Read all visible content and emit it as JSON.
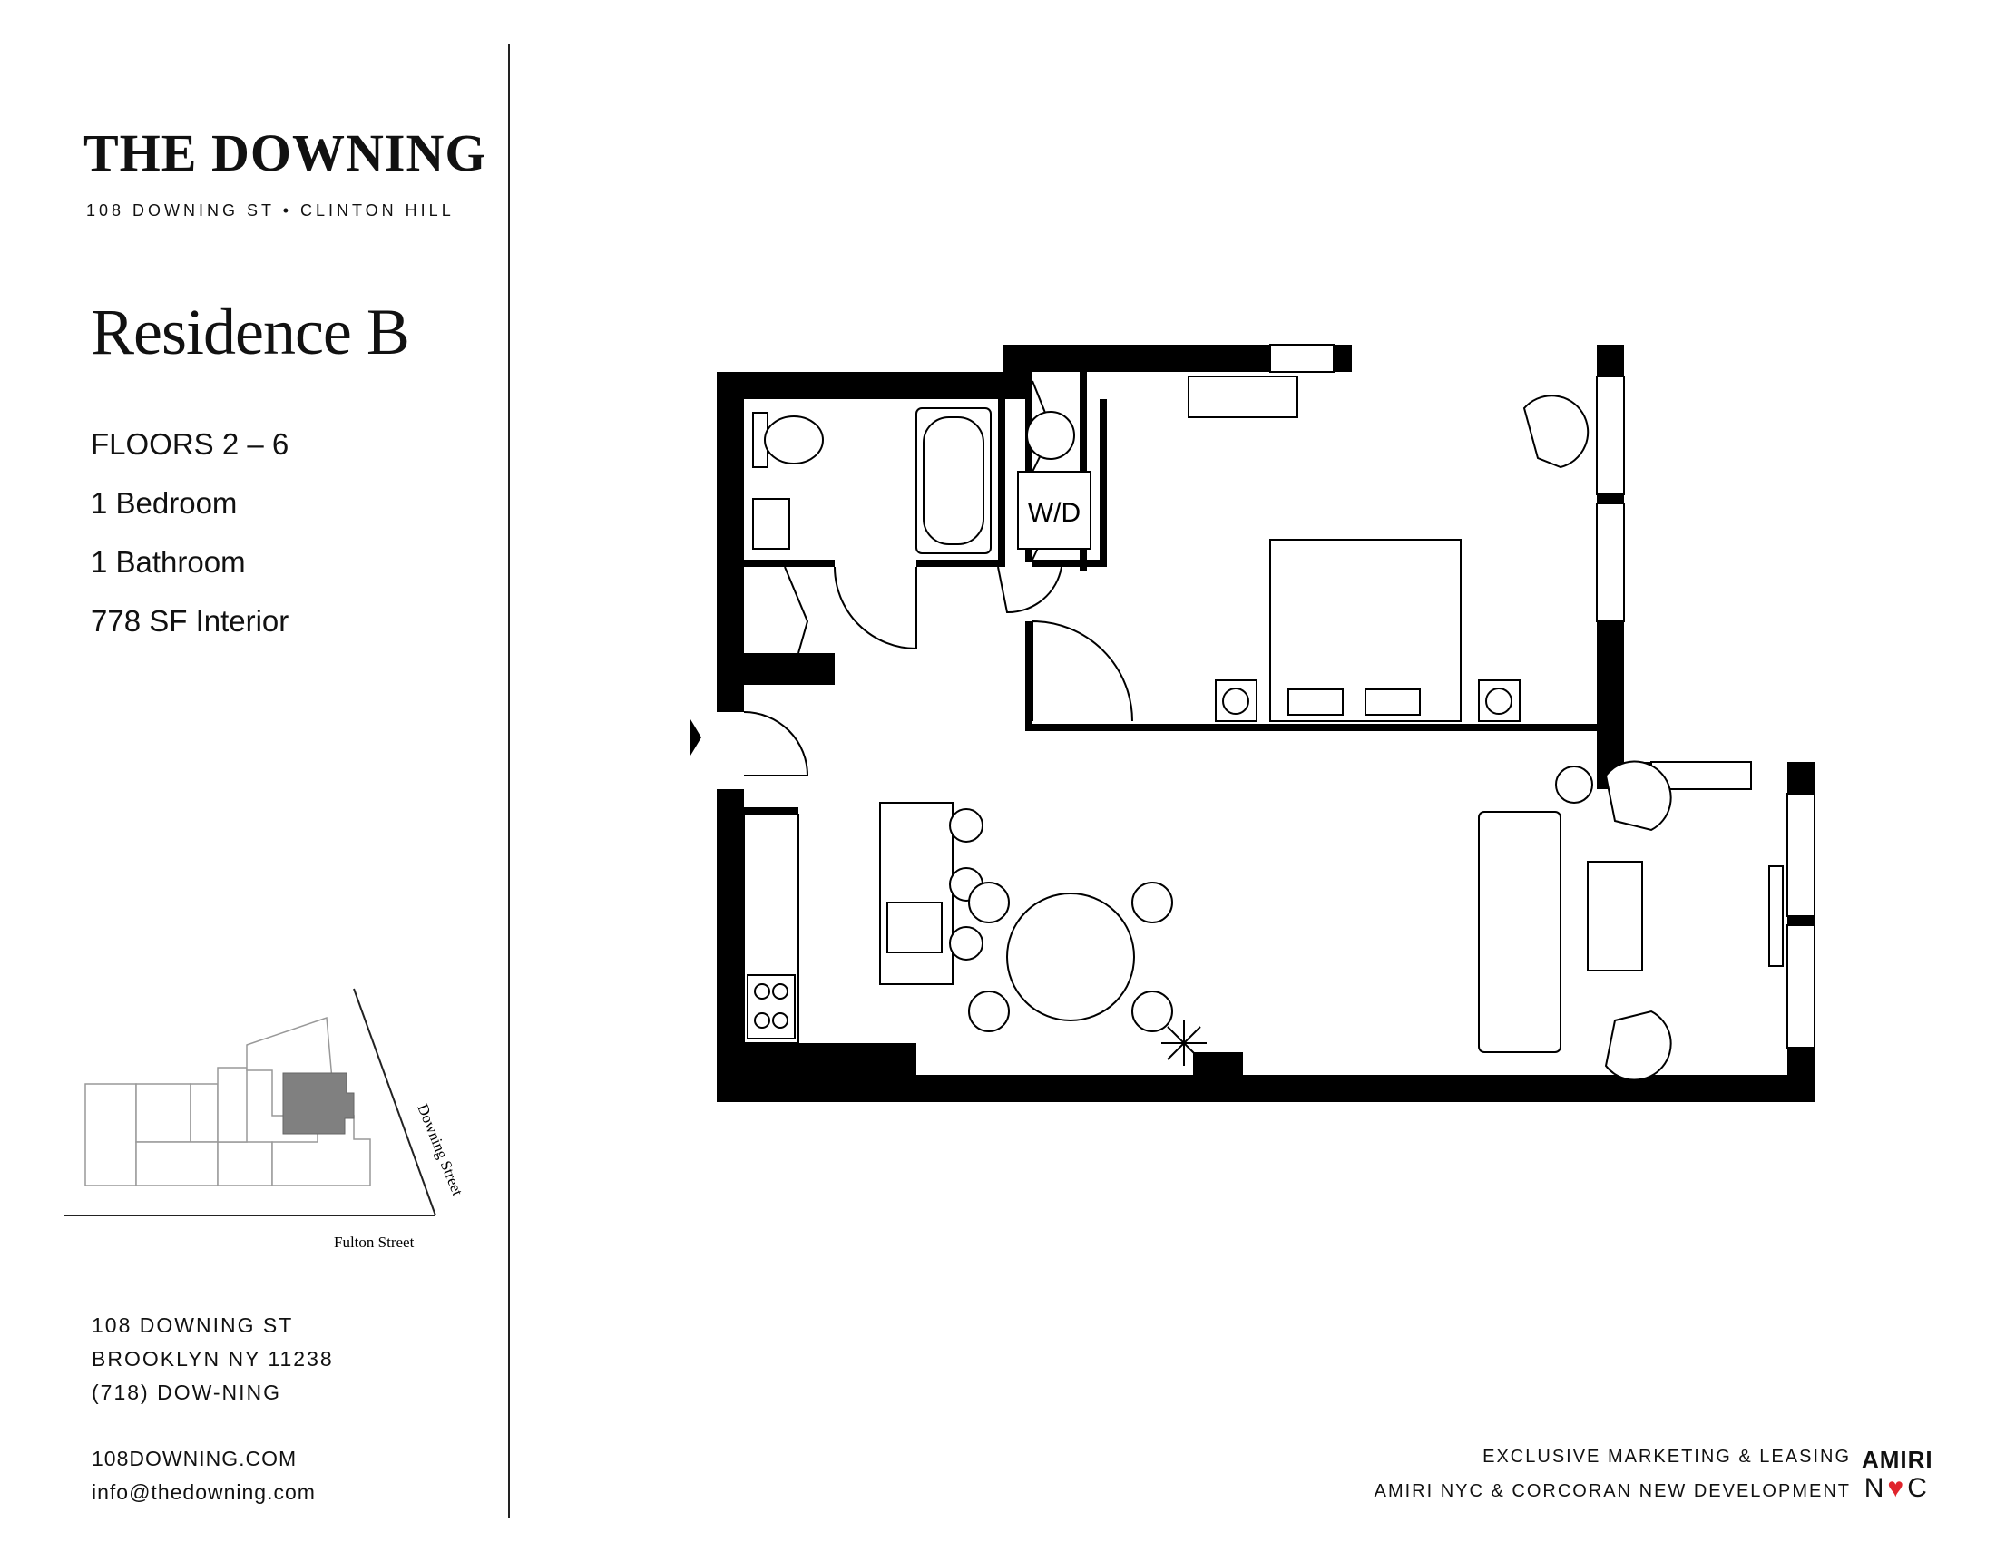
{
  "brand": {
    "title": "THE DOWNING",
    "subtitle": "108 DOWNING ST • CLINTON HILL"
  },
  "residence": {
    "name": "Residence B",
    "specs": [
      "FLOORS 2 – 6",
      "1 Bedroom",
      "1 Bathroom",
      "778 SF Interior"
    ]
  },
  "keyplan": {
    "street_1": "Downing Street",
    "street_2": "Fulton Street"
  },
  "plan": {
    "washer_dryer_label": "W/D"
  },
  "contact": {
    "address_line_1": "108 DOWNING ST",
    "address_line_2": "BROOKLYN  NY  11238",
    "phone": "(718) DOW-NING",
    "website": "108DOWNING.COM",
    "email": "info@thedowning.com"
  },
  "credits": {
    "line_1": "EXCLUSIVE MARKETING & LEASING",
    "line_2": "AMIRI NYC & CORCORAN NEW DEVELOPMENT"
  },
  "logo": {
    "top": "AMIRI",
    "n": "N",
    "heart": "♥",
    "c": "C"
  },
  "colors": {
    "wall": "#000000",
    "highlight": "#808080",
    "heart": "#e0242c"
  }
}
